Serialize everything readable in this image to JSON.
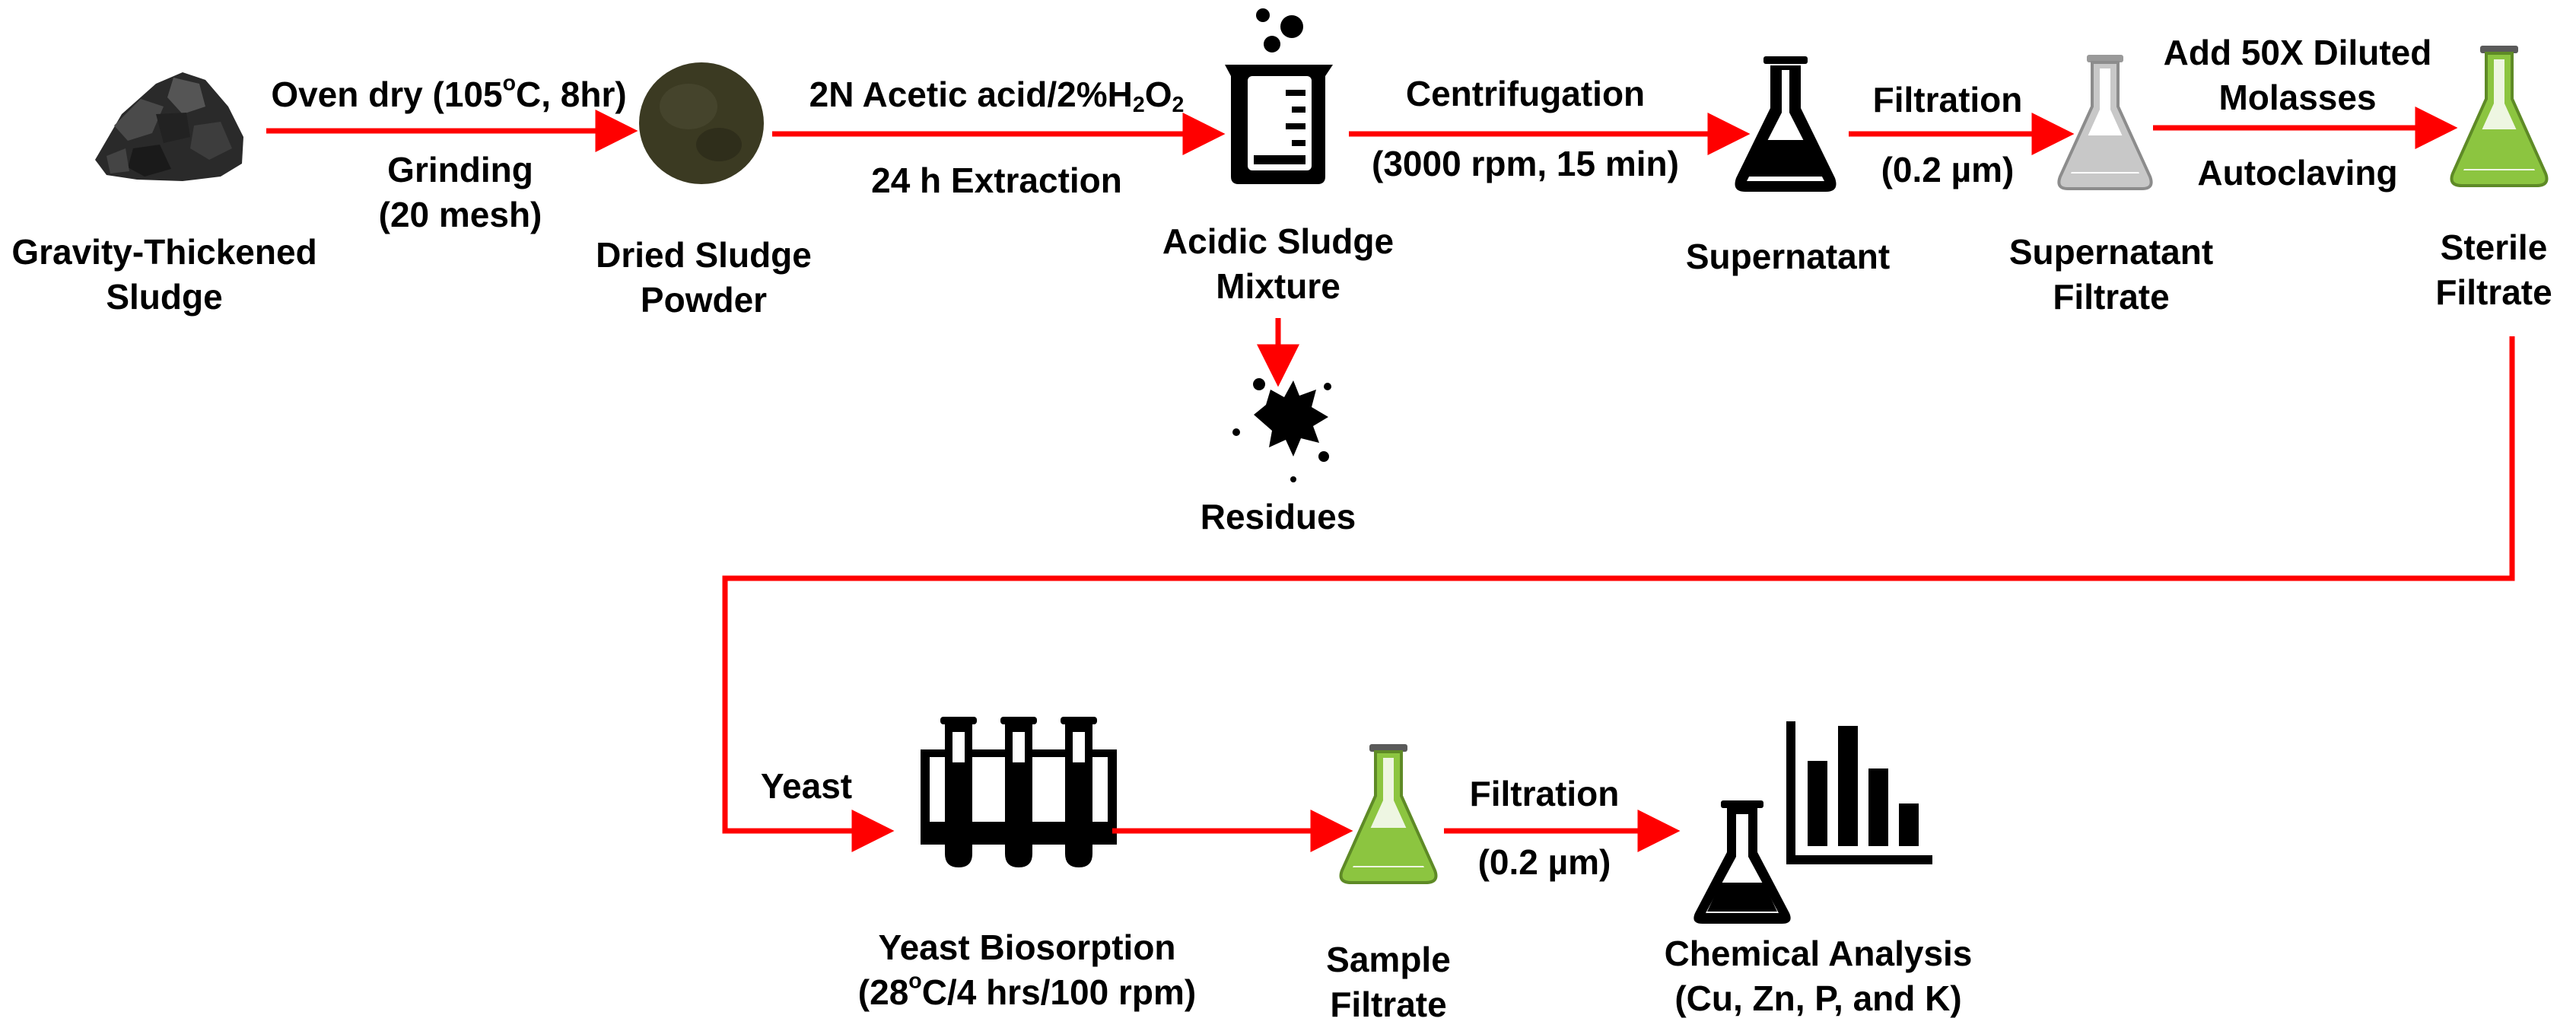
{
  "nodes": {
    "gravity_sludge": {
      "line1": "Gravity-Thickened",
      "line2": "Sludge"
    },
    "dried_powder": {
      "line1": "Dried Sludge",
      "line2": "Powder"
    },
    "acidic_mixture": {
      "line1": "Acidic Sludge",
      "line2": "Mixture"
    },
    "residues": {
      "line1": "Residues"
    },
    "supernatant": {
      "line1": "Supernatant"
    },
    "supernatant_filtrate": {
      "line1": "Supernatant",
      "line2": "Filtrate"
    },
    "sterile_filtrate": {
      "line1": "Sterile",
      "line2": "Filtrate"
    },
    "yeast_biosorption": {
      "line1": "Yeast Biosorption",
      "line2_pre": "(28",
      "line2_sup": "o",
      "line2_post": "C/4 hrs/100 rpm)"
    },
    "sample_filtrate": {
      "line1": "Sample",
      "line2": "Filtrate"
    },
    "chemical_analysis": {
      "line1": "Chemical Analysis",
      "line2": "(Cu, Zn, P, and K)"
    }
  },
  "steps": {
    "oven_dry": {
      "pre": "Oven dry (105",
      "sup": "o",
      "post": "C, 8hr)"
    },
    "grinding": {
      "line1": "Grinding",
      "line2": "(20 mesh)"
    },
    "acid": {
      "pre": "2N Acetic acid/2%H",
      "sub1": "2",
      "mid": "O",
      "sub2": "2"
    },
    "extraction": "24 h Extraction",
    "centrifugation": "Centrifugation",
    "centrifugation_cond": "(3000 rpm, 15 min)",
    "filtration1": "Filtration",
    "filtration1_cond": "(0.2 µm)",
    "molasses": {
      "line1": "Add 50X Diluted",
      "line2": "Molasses"
    },
    "autoclaving": "Autoclaving",
    "yeast": "Yeast",
    "filtration2": "Filtration",
    "filtration2_cond": "(0.2 µm)"
  },
  "colors": {
    "arrow": "#ff0000",
    "icon": "#000000",
    "sludge": "#2a2a2a",
    "powder": "#3b3a22",
    "filtrate_gray": "#c8c8c8",
    "filtrate_green": "#8cc540"
  },
  "icons": [
    "sludge-pile-icon",
    "powder-pile-icon",
    "beaker-icon",
    "splash-icon",
    "flask-icon",
    "test-tube-rack-icon",
    "bar-chart-icon"
  ]
}
